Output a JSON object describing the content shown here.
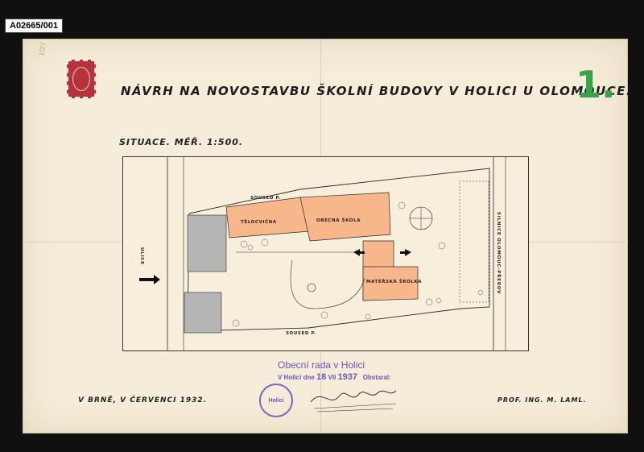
{
  "reference_label": "A02665/001",
  "pencil_note": "1/27",
  "title": "NÁVRH NA NOVOSTAVBU ŠKOLNÍ BUDOVY V HOLICI U OLOMOUCE.",
  "sheet_number": "1.",
  "subtitle": "SITUACE. MĚŘ. 1:500.",
  "plan": {
    "labels": {
      "telocvicna": "TĚLOCVIČNA",
      "obecna_skola": "OBECNÁ ŠKOLA",
      "materska_skolka": "MATEŘSKÁ ŠKOLKA",
      "ulice": "ULICE",
      "soused_top": "SOUSED P.",
      "soused_bottom": "SOUSED P.",
      "silnice": "SILNICE OLOMOUC-PŘEROV"
    },
    "colors": {
      "building": "#f7b78a",
      "neighbour": "#b5b5b5",
      "line": "#2a2a2a"
    }
  },
  "council_stamp": {
    "name": "Obecní rada v Holici",
    "date_prefix": "V Holici dne",
    "date_day": "18",
    "date_month": "VII",
    "date_year": "1937",
    "processor_label": "Obstaral:",
    "seal_text": "Holici"
  },
  "place_date": "V BRNĚ, V ČERVENCI 1932.",
  "author": "PROF. ING. M. LAML."
}
